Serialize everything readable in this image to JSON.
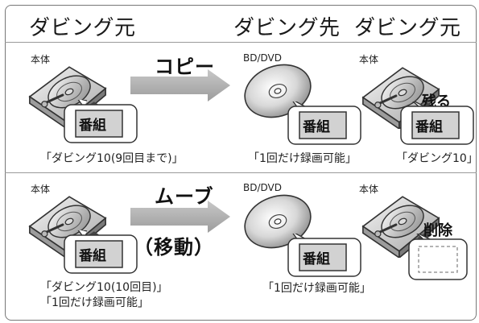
{
  "headers": {
    "source_left": "ダビング元",
    "destination": "ダビング先",
    "source_right": "ダビング元"
  },
  "copy_row": {
    "hdd_left_label": "本体",
    "action": "コピー",
    "disc_label": "BD/DVD",
    "hdd_right_label": "本体",
    "program_left": "番組",
    "program_disc": "番組",
    "program_right": "番組",
    "remains": "残る",
    "caption_left": "「ダビング10(9回目まで)」",
    "caption_disc": "「1回だけ録画可能」",
    "caption_right": "「ダビング10」"
  },
  "move_row": {
    "hdd_left_label": "本体",
    "action": "ムーブ",
    "action_sub": "（移動）",
    "disc_label": "BD/DVD",
    "hdd_right_label": "本体",
    "program_left": "番組",
    "program_disc": "番組",
    "deleted": "削除",
    "caption_left_1": "「ダビング10(10回目)」",
    "caption_left_2": "「1回だけ録画可能」",
    "caption_disc": "「1回だけ録画可能」"
  },
  "colors": {
    "arrow": "#a8a8a8",
    "badge_fill": "#d2d2d2",
    "frame": "#777777"
  }
}
